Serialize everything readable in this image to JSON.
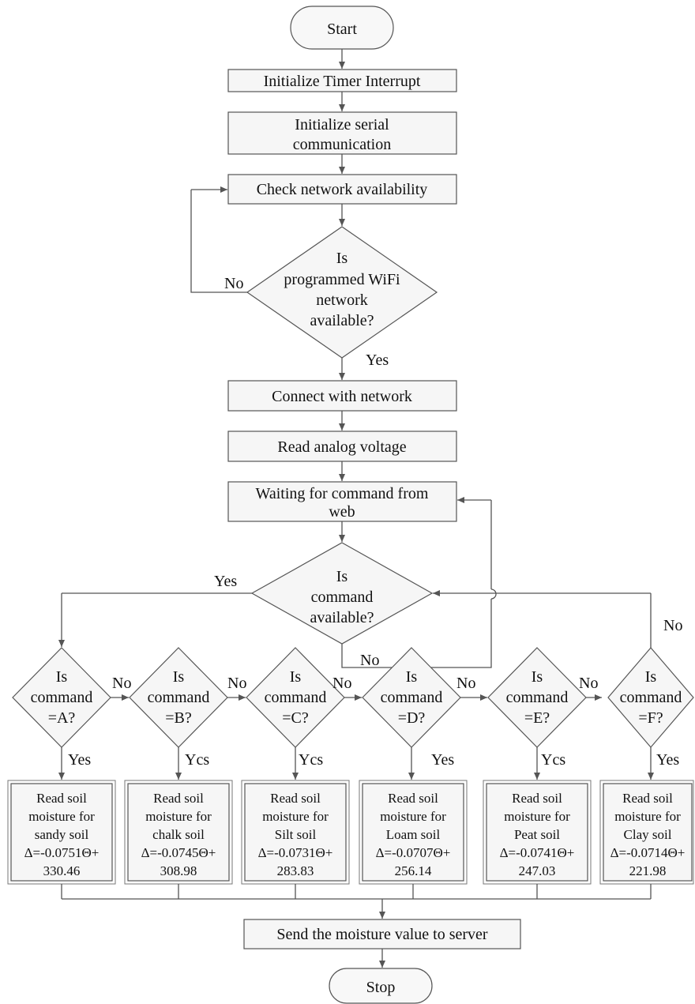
{
  "flowchart": {
    "start": "Start",
    "init_timer": "Initialize Timer Interrupt",
    "init_serial": [
      "Initialize serial",
      "communication"
    ],
    "check_network": "Check network availability",
    "wifi_question": [
      "Is",
      "programmed WiFi",
      "network",
      "available?"
    ],
    "connect": "Connect with network",
    "read_voltage": "Read analog voltage",
    "waiting": [
      "Waiting for command from",
      "web"
    ],
    "command_question": [
      "Is",
      "command",
      "available?"
    ],
    "send": "Send the moisture value to server",
    "stop": "Stop",
    "labels": {
      "no_wifi": "No",
      "yes_wifi": "Yes",
      "yes_command": "Yes",
      "no_command": "No",
      "no_f": "No",
      "no_a": "No",
      "no_b": "No",
      "no_c": "No",
      "no_d": "No",
      "no_e": "No",
      "yes_a": "Yes",
      "yes_b": "Ycs",
      "yes_c": "Ycs",
      "yes_d": "Yes",
      "yes_e": "Ycs",
      "yes_f": "Yes"
    },
    "soil_questions": [
      [
        "Is",
        "command",
        "=A?"
      ],
      [
        "Is",
        "command",
        "=B?"
      ],
      [
        "Is",
        "command",
        "=C?"
      ],
      [
        "Is",
        "command",
        "=D?"
      ],
      [
        "Is",
        "command",
        "=E?"
      ],
      [
        "Is",
        "command",
        "=F?"
      ]
    ],
    "soil_reads": [
      [
        "Read soil",
        "moisture for",
        "sandy soil",
        "Δ=-0.0751Θ+",
        "330.46"
      ],
      [
        "Read soil",
        "moisture for",
        "chalk soil",
        "Δ=-0.0745Θ+",
        "308.98"
      ],
      [
        "Read soil",
        "moisture for",
        "Silt soil",
        "Δ=-0.0731Θ+",
        "283.83"
      ],
      [
        "Read soil",
        "moisture for",
        "Loam soil",
        "Δ=-0.0707Θ+",
        "256.14"
      ],
      [
        "Read soil",
        "moisture for",
        "Peat soil",
        "Δ=-0.0741Θ+",
        "247.03"
      ],
      [
        "Read soil",
        "moisture for",
        "Clay soil",
        "Δ=-0.0714Θ+",
        "221.98"
      ]
    ]
  }
}
